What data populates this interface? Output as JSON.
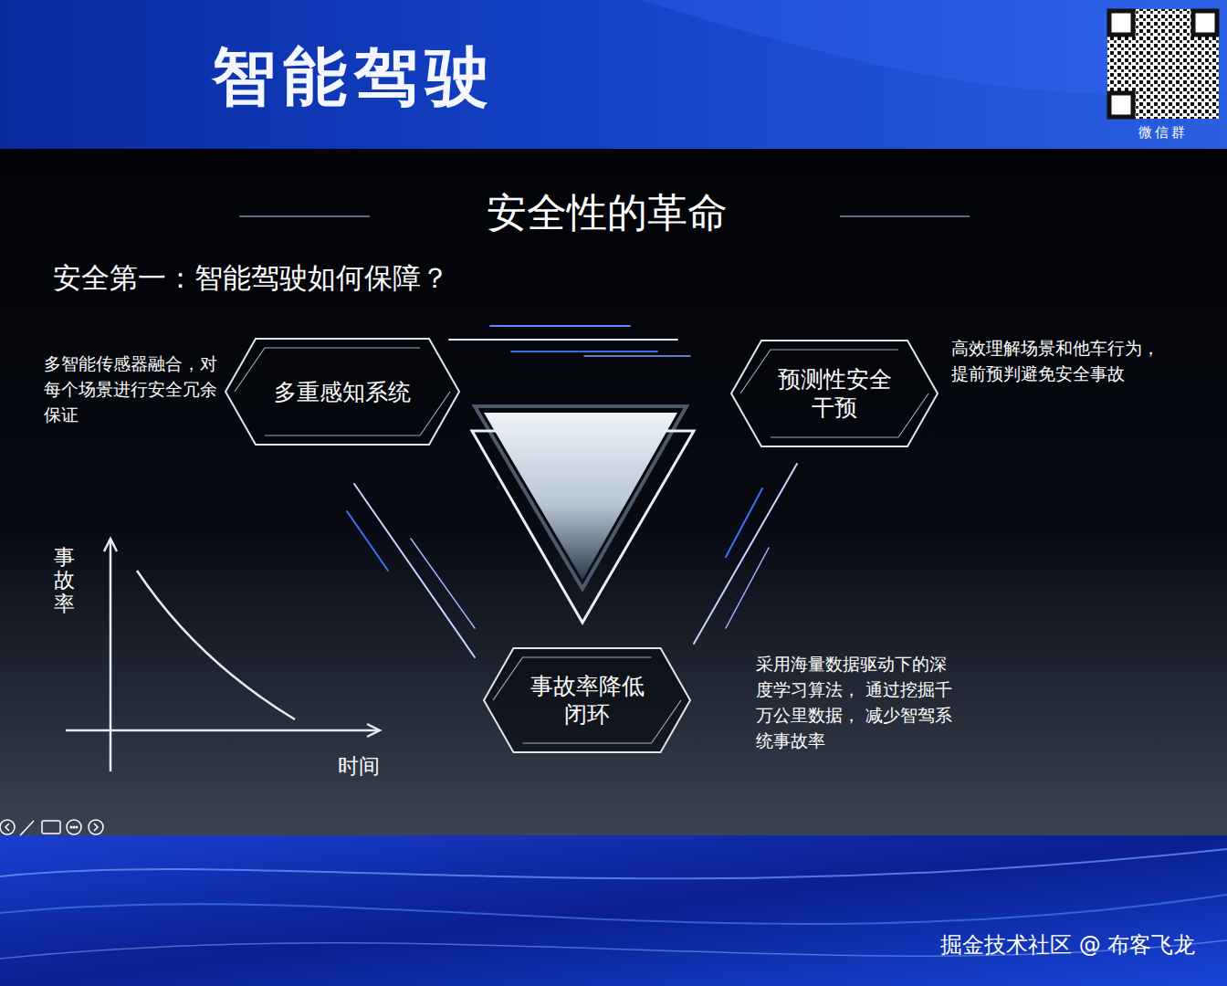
{
  "diagram": {
    "title": "智能驾驶",
    "nodes": [
      {
        "text": [
          "多重感知系统"
        ]
      },
      {
        "text": [
          "预测性安全 干预"
        ]
      },
      {
        "text": [
          "事故率降低 闭环"
        ]
      }
    ],
    "labels": [
      "微信群",
      "安全性的革命",
      "安全第一：智能驾驶如何保障？",
      "多智能传感器融合，对 每个场景进行安全冗余 保证",
      "高效理解场景和他车行为， 提前预判避免安全事故",
      "采用海量数据驱动下的深 度学习算法， 通过挖掘千万公里数据， 减少智驾系统事故率",
      "事故率",
      "时间",
      "掘金技术社区 @ 布客飞龙"
    ]
  }
}
